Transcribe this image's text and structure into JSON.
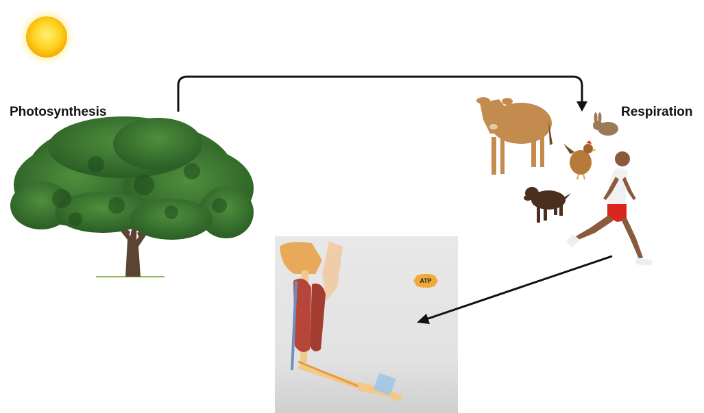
{
  "labels": {
    "photosynthesis": "Photosynthesis",
    "respiration": "Respiration"
  },
  "panel": {
    "atp_label": "ATP"
  },
  "icons": [
    "sun-icon",
    "tree-icon",
    "cow-icon",
    "rabbit-icon",
    "chicken-icon",
    "dog-icon",
    "runner-icon",
    "arm-muscle-icon"
  ],
  "colors": {
    "arrow": "#111111",
    "tree_foliage": "#2f6b2a",
    "sun": "#f7b500",
    "muscle": "#b84a3a",
    "bone": "#e6a24a",
    "atp_badge": "#f2a93b"
  }
}
